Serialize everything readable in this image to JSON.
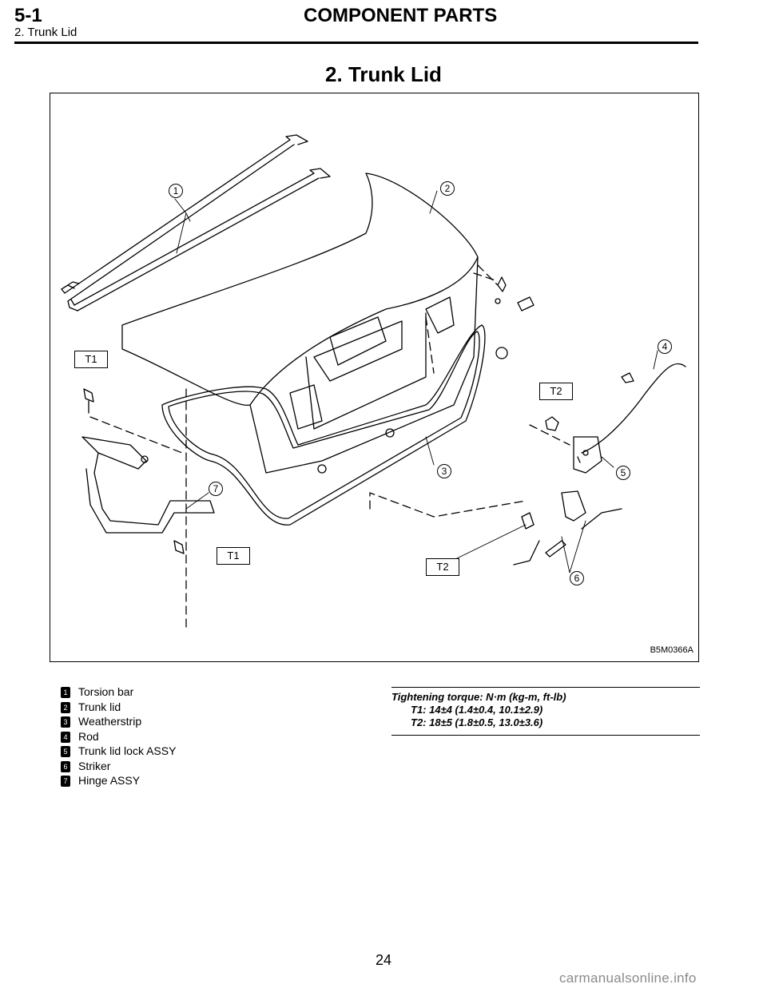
{
  "header": {
    "section_number": "5-1",
    "section_title": "COMPONENT PARTS",
    "subtitle": "2. Trunk Lid"
  },
  "title": "2. Trunk Lid",
  "figure": {
    "id": "B5M0366A",
    "callouts": [
      "1",
      "2",
      "3",
      "4",
      "5",
      "6",
      "7"
    ],
    "torque_tags": [
      "T1",
      "T2",
      "T2",
      "T1"
    ]
  },
  "legend": [
    {
      "num": "1",
      "label": "Torsion bar"
    },
    {
      "num": "2",
      "label": "Trunk lid"
    },
    {
      "num": "3",
      "label": "Weatherstrip"
    },
    {
      "num": "4",
      "label": "Rod"
    },
    {
      "num": "5",
      "label": "Trunk lid lock ASSY"
    },
    {
      "num": "6",
      "label": "Striker"
    },
    {
      "num": "7",
      "label": "Hinge ASSY"
    }
  ],
  "torque": {
    "heading": "Tightening torque: N·m (kg-m, ft-lb)",
    "t1": "T1: 14±4 (1.4±0.4, 10.1±2.9)",
    "t2": "T2: 18±5 (1.8±0.5, 13.0±3.6)"
  },
  "page_number": "24",
  "watermark": "carmanualsonline.info"
}
